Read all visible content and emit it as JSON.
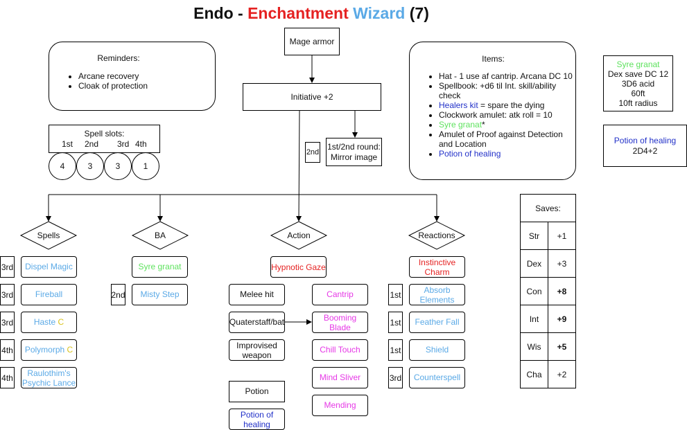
{
  "title": {
    "name": "Endo",
    "sep": " - ",
    "subclass": "Enchantment",
    "space": " ",
    "cls": "Wizard",
    "level": " (7)"
  },
  "colors": {
    "red": "#e52222",
    "blue": "#5aa9e6",
    "dark_blue": "#2130c8",
    "green": "#5ee25e",
    "pink": "#e638e6",
    "yellow": "#d8c21d"
  },
  "flow": {
    "mage_armor": "Mage armor",
    "initiative": "Initiative +2",
    "round_level": "2nd",
    "round_text": "1st/2nd round: Mirror image"
  },
  "reminders": {
    "title": "Reminders:",
    "items": [
      "Arcane recovery",
      "Cloak of protection"
    ]
  },
  "spell_slots": {
    "title": "Spell slots:",
    "levels": [
      "1st",
      "2nd",
      "3rd",
      "4th"
    ],
    "counts": [
      "4",
      "3",
      "3",
      "1"
    ]
  },
  "items": {
    "title": "Items:",
    "list": [
      {
        "text": "Hat - 1 use af cantrip. Arcana DC 10"
      },
      {
        "text": "Spellbook: +d6 til Int. skill/ability check"
      },
      {
        "link": "Healers kit",
        "text": " = spare the dying"
      },
      {
        "text": "Clockwork amulet: atk roll = 10"
      },
      {
        "link": "Syre granat",
        "text": "*"
      },
      {
        "text": "Amulet of Proof against Detection and Location"
      },
      {
        "link": "Potion of healing",
        "text": ""
      }
    ]
  },
  "syre_card": {
    "title": "Syre granat",
    "lines": [
      "Dex save DC 12",
      "3D6 acid",
      "60ft",
      "10ft radius"
    ]
  },
  "potion_card": {
    "title": "Potion of healing",
    "dice": "2D4+2"
  },
  "categories": {
    "spells": "Spells",
    "ba": "BA",
    "action": "Action",
    "reactions": "Reactions"
  },
  "spells": [
    {
      "level": "3rd",
      "name": "Dispel Magic",
      "tag": ""
    },
    {
      "level": "3rd",
      "name": "Fireball",
      "tag": ""
    },
    {
      "level": "3rd",
      "name": "Haste",
      "tag": " C"
    },
    {
      "level": "4th",
      "name": "Polymorph",
      "tag": " C"
    },
    {
      "level": "4th",
      "name": "Raulothim's Psychic Lance",
      "tag": ""
    }
  ],
  "ba": {
    "syre": "Syre granat",
    "misty_level": "2nd",
    "misty": "Misty Step"
  },
  "action": {
    "hypnotic": "Hypnotic Gaze",
    "melee": "Melee hit",
    "quarterstaff": "Quaterstaff/bat",
    "improvised": "Improvised weapon",
    "potion": "Potion",
    "potion_link": "Potion of healing",
    "cantrips": [
      "Cantrip",
      "Booming Blade",
      "Chill Touch",
      "Mind Sliver",
      "Mending"
    ]
  },
  "reactions": {
    "instinctive": "Instinctive Charm",
    "list": [
      {
        "level": "1st",
        "name": "Absorb Elements"
      },
      {
        "level": "1st",
        "name": "Feather Fall"
      },
      {
        "level": "1st",
        "name": "Shield"
      },
      {
        "level": "3rd",
        "name": "Counterspell"
      }
    ]
  },
  "saves": {
    "title": "Saves:",
    "rows": [
      {
        "stat": "Str",
        "val": "+1",
        "bold": false
      },
      {
        "stat": "Dex",
        "val": "+3",
        "bold": false
      },
      {
        "stat": "Con",
        "val": "+8",
        "bold": true
      },
      {
        "stat": "Int",
        "val": "+9",
        "bold": true
      },
      {
        "stat": "Wis",
        "val": "+5",
        "bold": true
      },
      {
        "stat": "Cha",
        "val": "+2",
        "bold": false
      }
    ]
  }
}
